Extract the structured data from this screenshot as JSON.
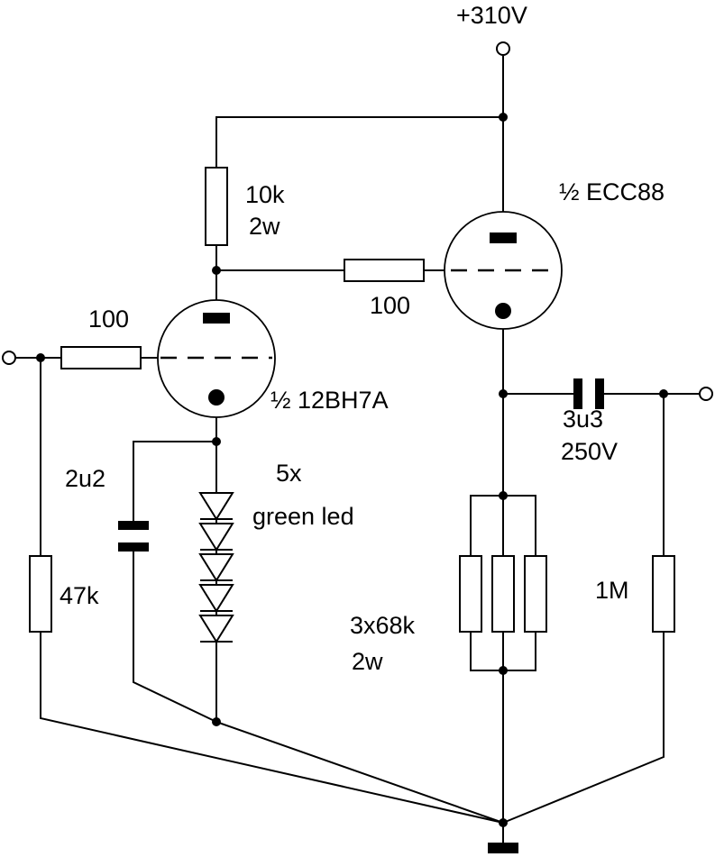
{
  "supply": {
    "label": "+310V"
  },
  "tubes": {
    "v1": {
      "label": "½ 12BH7A"
    },
    "v2": {
      "label": "½ ECC88"
    }
  },
  "resistors": {
    "r_plate": {
      "value": "10k",
      "rating": "2w"
    },
    "r_grid1": {
      "value": "100"
    },
    "r_grid2": {
      "value": "100"
    },
    "r_in": {
      "value": "47k"
    },
    "r_load": {
      "value": "3x68k",
      "rating": "2w"
    },
    "r_out": {
      "value": "1M"
    }
  },
  "capacitors": {
    "c_bypass": {
      "value": "2u2"
    },
    "c_out": {
      "value": "3u3",
      "rating": "250V"
    }
  },
  "leds": {
    "count": "5x",
    "type": "green led"
  }
}
